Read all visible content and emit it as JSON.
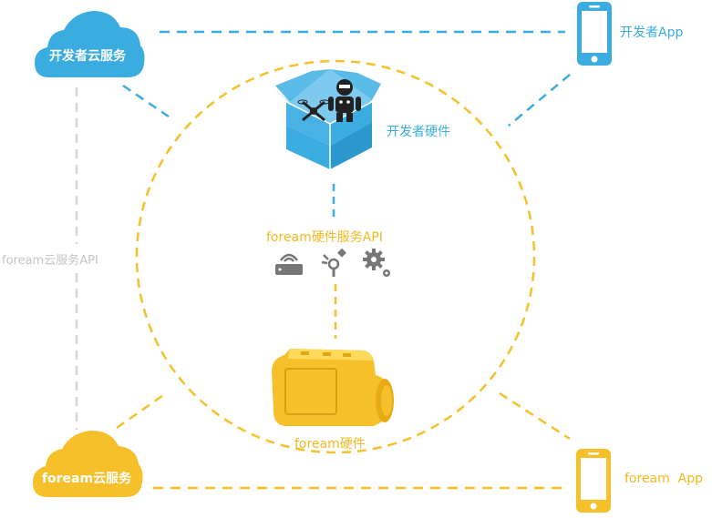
{
  "nodes": {
    "dev_cloud": "开发者云服务",
    "dev_app": "开发者App",
    "dev_hardware": "开发者硬件",
    "foream_hw_api": "foream硬件服务API",
    "foream_cloud_api": "foream云服务API",
    "foream_hardware": "foream硬件",
    "foream_cloud": "foream云服务",
    "foream_app": "foream  App"
  },
  "colors": {
    "blue": "#3aace0",
    "orange": "#f5c02a",
    "gray": "#d6d6d6",
    "icon_gray": "#777777"
  },
  "icons": [
    "cloud-icon",
    "smartphone-icon",
    "box-icon",
    "robot-icon",
    "drone-icon",
    "router-icon",
    "wireless-icon",
    "gears-icon",
    "camera-icon"
  ]
}
